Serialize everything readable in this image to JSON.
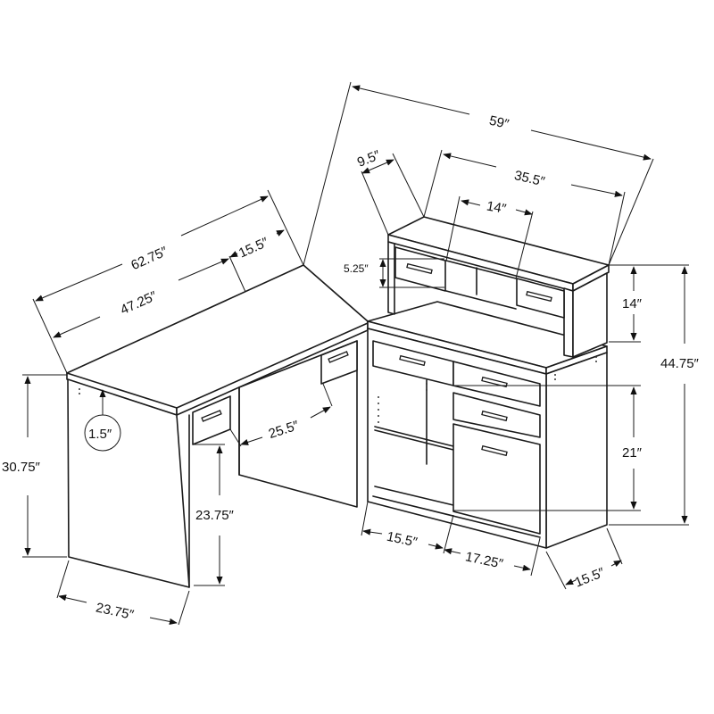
{
  "diagram": {
    "subject": "L-shaped corner desk with hutch",
    "units": "inches",
    "dimensions": {
      "hutch_total_width": "59″",
      "hutch_depth": "9.5″",
      "hutch_top_width": "35.5″",
      "hutch_cubby_width": "14″",
      "hutch_drawer_height": "5.25″",
      "hutch_height": "14″",
      "overall_height": "44.75″",
      "desk_total_length": "62.75″",
      "desk_return_length": "47.25″",
      "desk_corner_depth": "15.5″",
      "desktop_thickness": "1.5″",
      "desk_height": "30.75″",
      "knee_clearance_height": "23.75″",
      "knee_width": "25.5″",
      "side_depth": "23.75″",
      "cabinet_drawer_stack_height": "21″",
      "cabinet_open_shelf_width": "15.5″",
      "cabinet_drawer_width": "17.25″",
      "cabinet_depth": "15.5″"
    }
  }
}
